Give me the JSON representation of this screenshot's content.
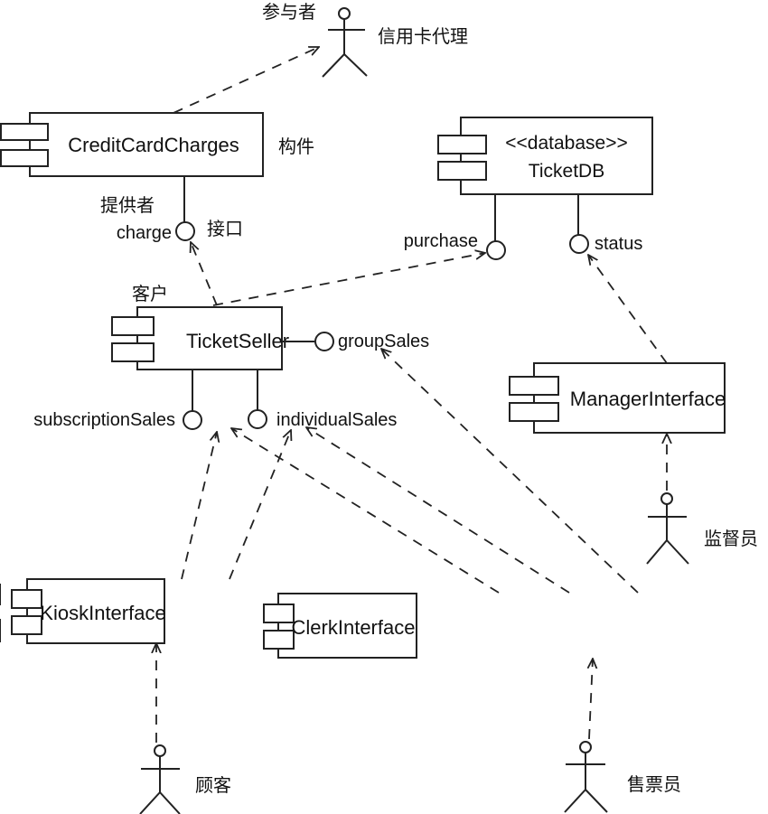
{
  "diagram": {
    "type": "UML component diagram",
    "colors": {
      "line": "#222222",
      "background": "#ffffff"
    },
    "components": {
      "credit_card_charges": {
        "label": "CreditCardCharges"
      },
      "ticket_db": {
        "stereotype": "<<database>>",
        "label": "TicketDB"
      },
      "ticket_seller": {
        "label": "TicketSeller"
      },
      "manager_interface": {
        "label": "ManagerInterface"
      },
      "kiosk_interface": {
        "label": "KioskInterface"
      },
      "clerk_interface": {
        "label": "ClerkInterface"
      }
    },
    "interfaces": {
      "charge": "charge",
      "purchase": "purchase",
      "status": "status",
      "group_sales": "groupSales",
      "subscription_sales": "subscriptionSales",
      "individual_sales": "individualSales"
    },
    "actors": {
      "credit_card_agency": "信用卡代理",
      "supervisor": "监督员",
      "customer": "顾客",
      "clerk": "售票员"
    },
    "annotations": {
      "actor_note": "参与者",
      "component_note": "构件",
      "provider_note": "提供者",
      "interface_note": "接口",
      "client_note": "客户"
    }
  }
}
